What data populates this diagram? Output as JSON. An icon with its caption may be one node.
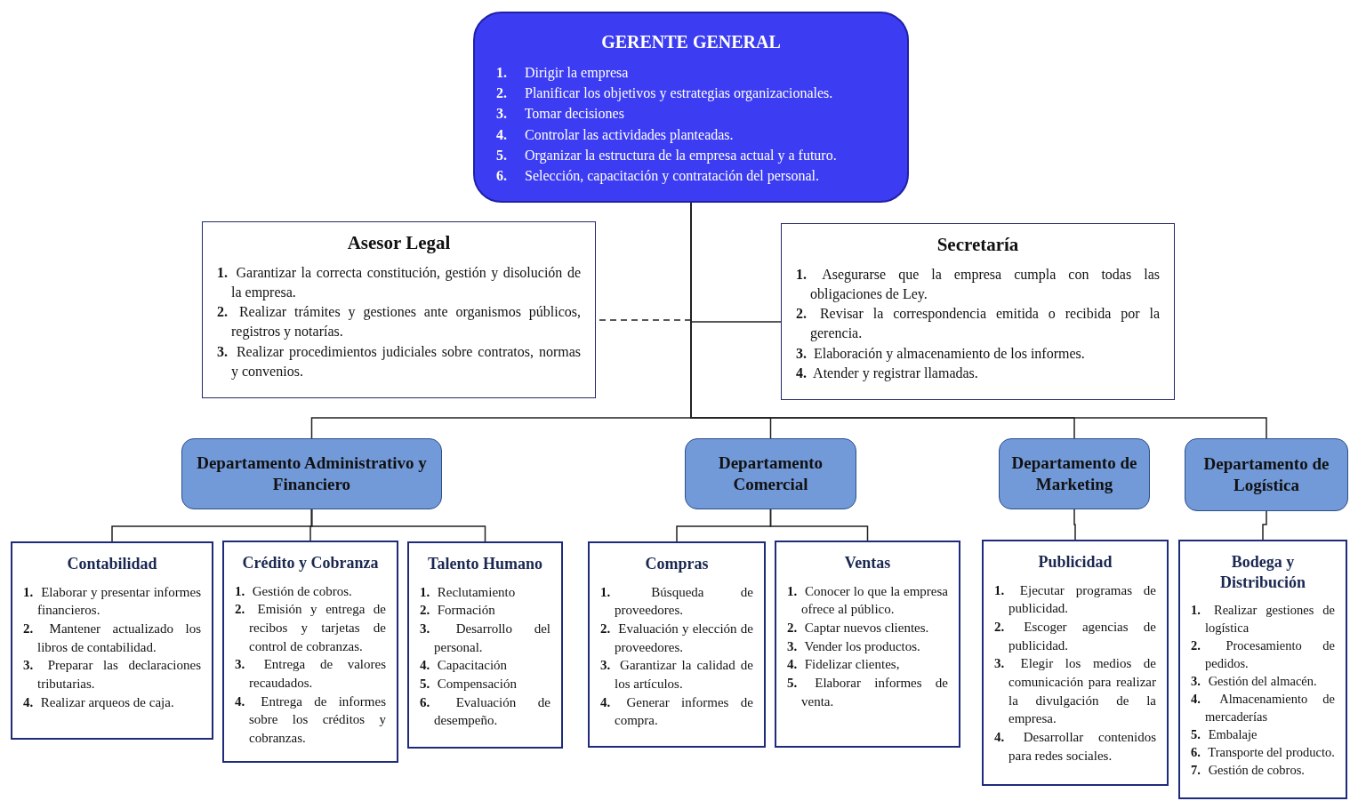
{
  "diagram": {
    "nodes": [
      {
        "text": [
          "GERENTE GENERAL",
          "**1.** Dirigir la empresa",
          "**2.** Planificar los objetivos y estrategias organizacionales.",
          "**3.** Tomar decisiones",
          "**4.** Controlar las actividades planteadas.",
          "**5.** Organizar la estructura de la empresa actual y a futuro.",
          "**6.** Selección, capacitación y contratación del personal."
        ]
      },
      {
        "text": [
          "Asesor Legal",
          "**1.** Garantizar la correcta constitución, gestión y disolución de la empresa.",
          "**2.** Realizar trámites y gestiones ante organismos públicos, registros y notarías.",
          "**3.** Realizar procedimientos judiciales sobre contratos, normas y convenios."
        ]
      },
      {
        "text": [
          "Secretaría",
          "**1.** Asegurarse que la empresa cumpla con todas las obligaciones de Ley.",
          "**2.** Revisar la correspondencia emitida o recibida por la gerencia.",
          "**3.** Elaboración y almacenamiento de los informes.",
          "**4.** Atender y registrar llamadas."
        ]
      },
      {
        "text": [
          "Departamento Administrativo y Financiero"
        ]
      },
      {
        "text": [
          "Departamento Comercial"
        ]
      },
      {
        "text": [
          "Departamento de Marketing"
        ]
      },
      {
        "text": [
          "Departamento de Logística"
        ]
      },
      {
        "text": [
          "Contabilidad",
          "**1.** Elaborar y presentar informes financieros.",
          "**2.** Mantener actualizado los libros de contabilidad.",
          "**3.** Preparar las declaraciones tributarias.",
          "**4.** Realizar arqueos de caja."
        ]
      },
      {
        "text": [
          "Crédito y Cobranza",
          "**1.** Gestión de cobros.",
          "**2.** Emisión y entrega de recibos y tarjetas de control de cobranzas.",
          "**3.** Entrega de valores recaudados.",
          "**4.** Entrega de informes sobre los créditos y cobranzas."
        ]
      },
      {
        "text": [
          "Talento Humano",
          "**1.** Reclutamiento",
          "**2.** Formación",
          "**3.** Desarrollo del personal.",
          "**4.** Capacitación",
          "**5.** Compensación",
          "**6.** Evaluación de desempeño."
        ]
      },
      {
        "text": [
          "Compras",
          "**1.** Búsqueda de proveedores.",
          "**2.** Evaluación y elección de proveedores.",
          "**3.** Garantizar la calidad de los artículos.",
          "**4.** Generar informes de compra."
        ]
      },
      {
        "text": [
          "Ventas",
          "**1.** Conocer lo que la empresa ofrece al público.",
          "**2.** Captar nuevos clientes.",
          "**3.** Vender los productos.",
          "**4.** Fidelizar clientes,",
          "**5.** Elaborar informes de venta."
        ]
      },
      {
        "text": [
          "Publicidad",
          "**1.** Ejecutar programas de publicidad.",
          "**2.** Escoger agencias de publicidad.",
          "**3.** Elegir los medios de comunicación para realizar la divulgación de la empresa.",
          "**4.** Desarrollar contenidos para redes sociales."
        ]
      },
      {
        "text": [
          "Bodega y Distribución",
          "**1.** Realizar gestiones de logística",
          "**2.** Procesamiento de pedidos.",
          "**3.** Gestión del almacén.",
          "**4.** Almacenamiento de mercaderías",
          "**5.** Embalaje",
          "**6.** Transporte del producto.",
          "**7.** Gestión de cobros."
        ]
      }
    ],
    "edges": [
      {
        "from": 0,
        "to": 1,
        "arrow": "none",
        "style": "dashed"
      },
      {
        "from": 0,
        "to": 2,
        "arrow": "none"
      },
      {
        "from": 0,
        "to": 3,
        "arrow": "none"
      },
      {
        "from": 0,
        "to": 4,
        "arrow": "none"
      },
      {
        "from": 0,
        "to": 5,
        "arrow": "none"
      },
      {
        "from": 0,
        "to": 6,
        "arrow": "none"
      },
      {
        "from": 3,
        "to": 7,
        "arrow": "none"
      },
      {
        "from": 3,
        "to": 8,
        "arrow": "none"
      },
      {
        "from": 3,
        "to": 9,
        "arrow": "none"
      },
      {
        "from": 4,
        "to": 10,
        "arrow": "none"
      },
      {
        "from": 4,
        "to": 11,
        "arrow": "none"
      },
      {
        "from": 5,
        "to": 12,
        "arrow": "none"
      },
      {
        "from": 6,
        "to": 13,
        "arrow": "none"
      }
    ]
  }
}
